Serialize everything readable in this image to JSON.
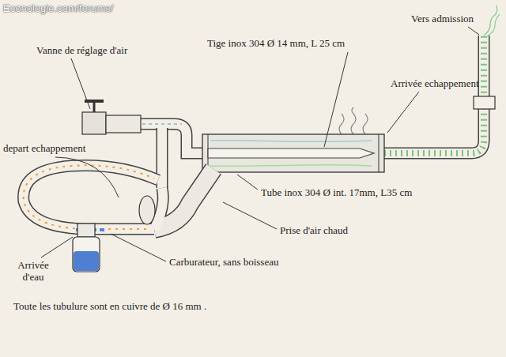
{
  "diagram": {
    "labels": [
      "Econologie.com/forums/",
      "Vers  admission",
      "Vanne de réglage d'air",
      "Tige inox 304 Ø 14 mm, L 25 cm",
      "Arrivée echappement",
      "depart echappement",
      "Tube inox 304 Ø int. 17mm, L35 cm",
      "Prise d'air chaud",
      "Carburateur, sans boisseau",
      "Arrivée d'eau",
      "Toute les tubulure sont en cuivre de Ø 16 mm ."
    ]
  }
}
